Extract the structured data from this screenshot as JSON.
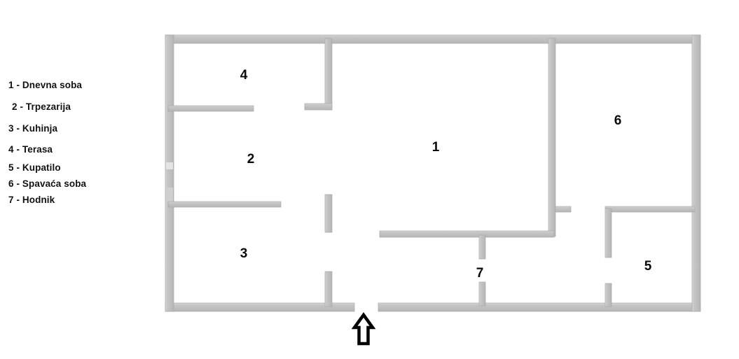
{
  "legend": {
    "items": [
      {
        "id": "1",
        "label": "1 - Dnevna soba"
      },
      {
        "id": "2",
        "label": "2 - Trpezarija"
      },
      {
        "id": "3",
        "label": "3 - Kuhinja"
      },
      {
        "id": "4",
        "label": "4 - Terasa"
      },
      {
        "id": "5",
        "label": "5 - Kupatilo"
      },
      {
        "id": "6",
        "label": "6 - Spavaća soba"
      },
      {
        "id": "7",
        "label": "7 - Hodnik"
      }
    ]
  },
  "floorplan": {
    "room_numbers": {
      "r1": "1",
      "r2": "2",
      "r3": "3",
      "r4": "4",
      "r5": "5",
      "r6": "6",
      "r7": "7"
    },
    "colors": {
      "wall_fill": "#c2c2c2",
      "wall_edge_light": "#d8d8d8",
      "wall_edge_dark": "#a5a5a5",
      "room_fill": "#ffffff",
      "label_color": "#0a0a0a",
      "entrance_arrow": "#000000"
    },
    "entrance_marker": "up-arrow"
  }
}
